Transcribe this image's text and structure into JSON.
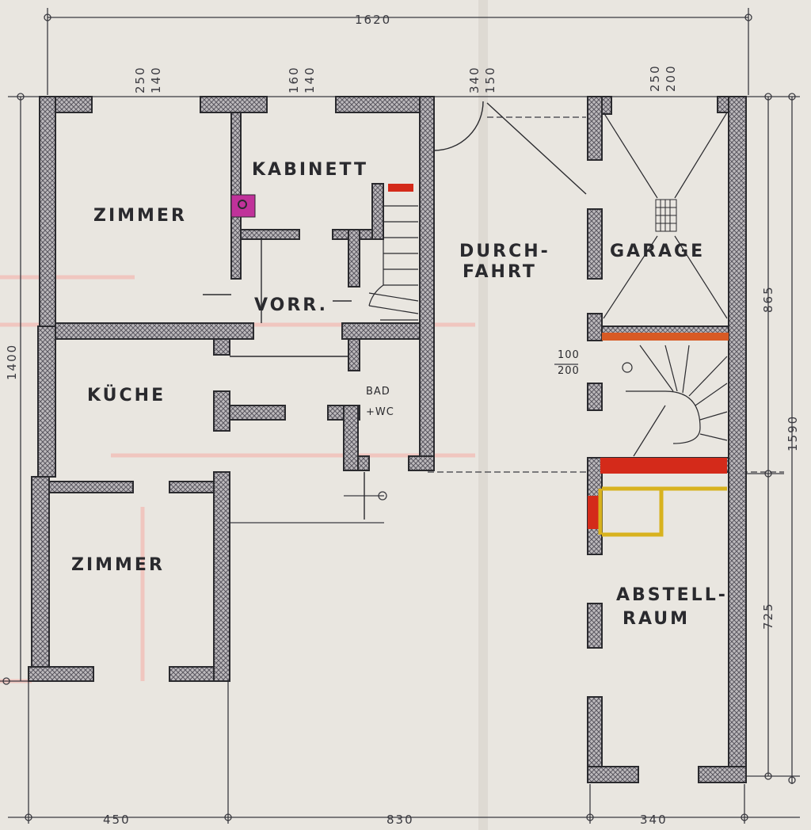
{
  "rooms": {
    "zimmer_1": "ZIMMER",
    "kabinett": "KABINETT",
    "vorraum": "VORR.",
    "kueche": "KÜCHE",
    "bad_line1": "BAD",
    "bad_line2": "+WC",
    "zimmer_2": "ZIMMER",
    "durchfahrt_line1": "DURCH-",
    "durchfahrt_line2": "FAHRT",
    "garage": "GARAGE",
    "abstellraum_line1": "ABSTELL-",
    "abstellraum_line2": "RAUM"
  },
  "dimensions": {
    "top_total": "1620",
    "left_total": "1400",
    "right_total": "1590",
    "right_upper": "865",
    "right_lower": "725",
    "bottom_left": "450",
    "bottom_middle": "830",
    "bottom_right": "340",
    "window_1_top": "250",
    "window_1_bottom": "140",
    "window_2_top": "160",
    "window_2_bottom": "140",
    "door_top": "340",
    "door_bottom": "150",
    "garage_window_top": "250",
    "garage_window_bottom": "200",
    "stair_top": "100",
    "stair_bottom": "200"
  },
  "colors": {
    "paper": "#e9e6e0",
    "ink": "#2a2a2e",
    "red_accent": "#d42a1a",
    "magenta_accent": "#c0329a",
    "yellow_accent": "#d8b21e",
    "orange_accent": "#d85a24",
    "pink_ghost": "#f2b8b0"
  }
}
